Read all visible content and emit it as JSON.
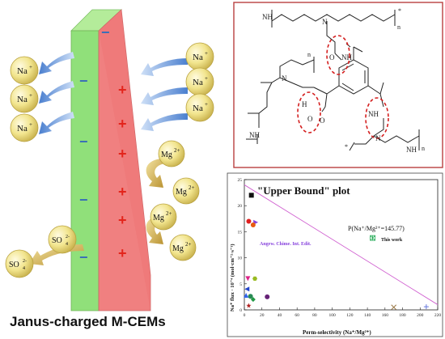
{
  "left_panel": {
    "caption": "Janus-charged M-CEMs",
    "minus_sign": "−",
    "plus_sign": "+",
    "colors": {
      "negative_face": "#90e07a",
      "positive_face": "#f08080",
      "top_face": "#b4ec9a",
      "sign_blue": "#3a6fb7",
      "sign_red": "#e3241b",
      "ion_sphere": "#f2e58e",
      "arrow_blue": "#5b8fd6",
      "arrow_gold": "#c7a042"
    },
    "ions": {
      "na": "Na",
      "na_sup": "+",
      "mg": "Mg",
      "mg_sup": "2+",
      "so4": "SO",
      "so4_sub": "4",
      "so4_sup": "2-"
    }
  },
  "structure": {
    "atoms": {
      "nh": "NH",
      "n": "N",
      "o": "O",
      "h": "H",
      "n_sub": "n",
      "star": "*"
    }
  },
  "plot": {
    "title": "\"Upper Bound\" plot",
    "annotation": "P(Na⁺/Mg²⁺=145.77)",
    "journal_label": "Angew. Chime. Int. Edit.",
    "this_work_label": "This work",
    "xlabel": "Perm-selectivity (Na⁺/Mg²⁺)",
    "ylabel": "Na⁺ flux · 10⁻⁴ (mol·cm⁻²·s⁻¹)"
  },
  "chart_data": {
    "type": "scatter",
    "xlabel": "Perm-selectivity (Na⁺/Mg²⁺)",
    "ylabel": "Na⁺ flux · 10⁻⁴ (mol·cm⁻²·s⁻¹)",
    "xlim": [
      0,
      220
    ],
    "ylim": [
      0,
      25
    ],
    "xticks": [
      0,
      20,
      40,
      60,
      80,
      100,
      120,
      140,
      160,
      180,
      200,
      220
    ],
    "yticks": [
      0,
      5,
      10,
      15,
      20,
      25
    ],
    "upper_bound": [
      [
        0,
        24
      ],
      [
        220,
        1
      ]
    ],
    "points": [
      {
        "x": 8,
        "y": 22,
        "marker": "square",
        "color": "#111111"
      },
      {
        "x": 5,
        "y": 17,
        "marker": "circle",
        "color": "#e02020"
      },
      {
        "x": 13,
        "y": 16.8,
        "marker": "triangle-right",
        "color": "#8844dd"
      },
      {
        "x": 10,
        "y": 16.3,
        "marker": "circle",
        "color": "#e85a10"
      },
      {
        "x": 4,
        "y": 6,
        "marker": "triangle-down",
        "color": "#dd2288"
      },
      {
        "x": 12,
        "y": 6,
        "marker": "hexagon",
        "color": "#99bb22"
      },
      {
        "x": 3,
        "y": 4,
        "marker": "triangle-left",
        "color": "#2244cc"
      },
      {
        "x": 2,
        "y": 2.8,
        "marker": "triangle-up",
        "color": "#3366ee"
      },
      {
        "x": 7,
        "y": 2.6,
        "marker": "circle",
        "color": "#2a8a55"
      },
      {
        "x": 26,
        "y": 2.5,
        "marker": "circle",
        "color": "#662277"
      },
      {
        "x": 10,
        "y": 2,
        "marker": "diamond",
        "color": "#229944"
      },
      {
        "x": 5,
        "y": 0.8,
        "marker": "star",
        "color": "#b02020"
      },
      {
        "x": 170,
        "y": 0.5,
        "marker": "x",
        "color": "#997744"
      },
      {
        "x": 207,
        "y": 0.6,
        "marker": "plus",
        "color": "#6677dd"
      },
      {
        "x": 146,
        "y": 13.8,
        "marker": "boxed-x",
        "color": "#22aa55",
        "label": "This work"
      }
    ]
  }
}
